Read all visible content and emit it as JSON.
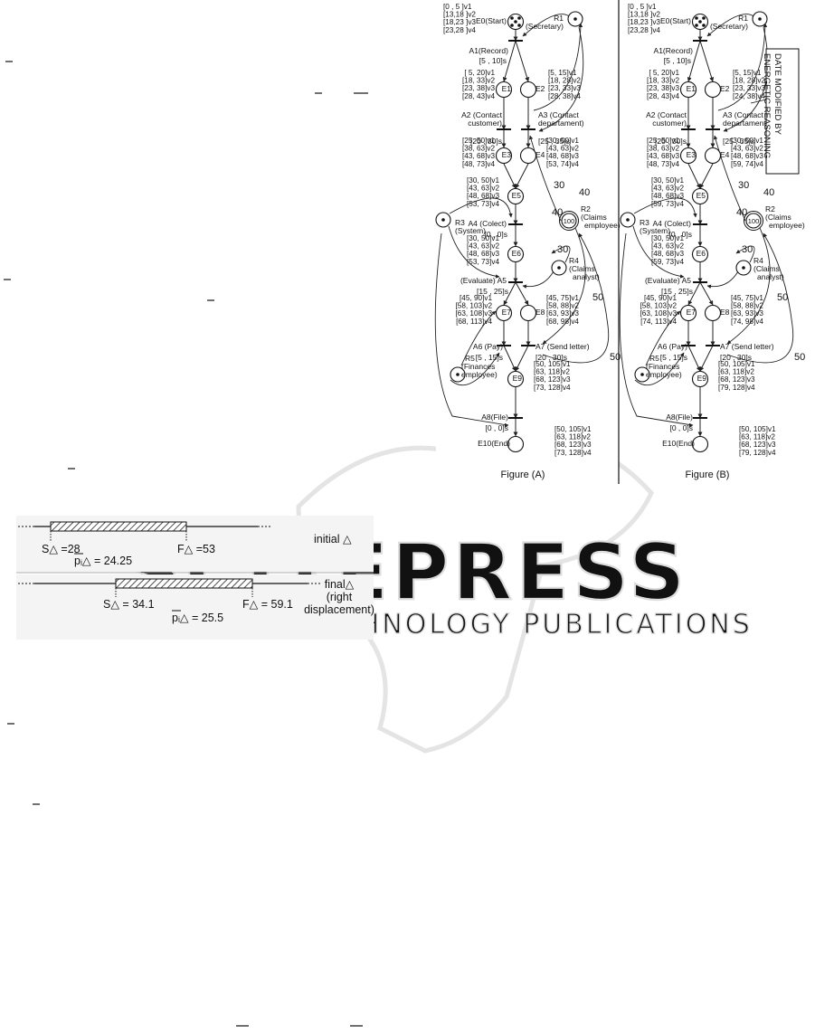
{
  "figure_a": {
    "caption": "Figure (A)",
    "places": [
      {
        "id": "E0",
        "label": "E0(Start)",
        "intervals": [
          "[0 , 5 ]v1",
          "[13,18 ]v2",
          "[18,23 ]v3",
          "[23,28 ]v4"
        ]
      },
      {
        "id": "E1",
        "label": "E1",
        "intervals": [
          "[ 5, 20]v1",
          "[18, 33]v2",
          "[23, 38]v3",
          "[28, 43]v4"
        ]
      },
      {
        "id": "E2",
        "label": "E2",
        "intervals": [
          "[5, 15]v1",
          "[18, 28]v2",
          "[23, 33]v3",
          "[28, 38]v4"
        ]
      },
      {
        "id": "E3",
        "label": "E3",
        "intervals": [
          "[25, 50]v1",
          "[38, 63]v2",
          "[43, 68]v3",
          "[48, 73]v4"
        ]
      },
      {
        "id": "E4",
        "label": "E4",
        "intervals": [
          "[30, 50]v1",
          "[43, 63]v2",
          "[48, 68]v3",
          "[53, 74]v4"
        ]
      },
      {
        "id": "E5",
        "label": "E5",
        "intervals": [
          "[30, 50]v1",
          "[43, 63]v2",
          "[48, 68]v3",
          "[53, 73]v4"
        ]
      },
      {
        "id": "E6",
        "label": "E6",
        "intervals": [
          "[30, 50]v1",
          "[43, 63]v2",
          "[48, 68]v3",
          "[53, 73]v4"
        ]
      },
      {
        "id": "E7",
        "label": "E7",
        "intervals": [
          "[45, 90]v1",
          "[58, 103]v2",
          "[63, 108]v3",
          "[68, 113]v4"
        ]
      },
      {
        "id": "E8",
        "label": "E8",
        "intervals": [
          "[45, 75]v1",
          "[58, 88]v2",
          "[63, 93]v3",
          "[68, 98]v4"
        ]
      },
      {
        "id": "E9",
        "label": "E9",
        "intervals": [
          "[50, 105]v1",
          "[63, 118]v2",
          "[68, 123]v3",
          "[73, 128]v4"
        ]
      },
      {
        "id": "E10",
        "label": "E10(End)",
        "intervals": [
          "[50, 105]v1",
          "[63, 118]v2",
          "[68, 123]v3",
          "[73, 128]v4"
        ]
      }
    ],
    "activities": [
      {
        "id": "A1",
        "label": "A1(Record)",
        "duration": "[5 , 10]s"
      },
      {
        "id": "A2",
        "label": "A2 (Contact customer)",
        "duration": "[20 , 30]s"
      },
      {
        "id": "A3",
        "label": "A3 (Contact departament)",
        "duration": "[25 , 35]s"
      },
      {
        "id": "A4",
        "label": "A4 (Colect)",
        "duration": "[0 , 0]s"
      },
      {
        "id": "A5",
        "label": "(Evaluate) A5",
        "duration": "[15 , 25]s"
      },
      {
        "id": "A6",
        "label": "A6 (Pay)",
        "duration": "[5 , 15]s"
      },
      {
        "id": "A7",
        "label": "A7 (Send letter)",
        "duration": "[20 , 30]s"
      },
      {
        "id": "A8",
        "label": "A8(File)",
        "duration": "[0 , 0]s"
      }
    ],
    "resources": [
      {
        "id": "R1",
        "label": "R1 (Secretary)"
      },
      {
        "id": "R2",
        "label": "R2 (Claims employee)",
        "tokens": "100"
      },
      {
        "id": "R3",
        "label": "R3 (System)"
      },
      {
        "id": "R4",
        "label": "R4 (Claims analyst)"
      },
      {
        "id": "R5",
        "label": "R5 (Finances employee)"
      }
    ],
    "arc_weights": [
      "30",
      "40",
      "40",
      "30",
      "50",
      "50"
    ]
  },
  "figure_b": {
    "caption": "Figure (B)",
    "annotation": "DATE MODIFIED BY ENERGETIC REASONING",
    "places": [
      {
        "id": "E0",
        "label": "E0(Start)",
        "intervals": [
          "[0 , 5 ]v1",
          "[13,18 ]v2",
          "[18,23 ]v3",
          "[23,28 ]v4"
        ]
      },
      {
        "id": "E1",
        "label": "E1",
        "intervals": [
          "[ 5, 20]v1",
          "[18, 33]v2",
          "[23, 38]v3",
          "[28, 43]v4"
        ]
      },
      {
        "id": "E2",
        "label": "E2",
        "intervals": [
          "[5, 15]v1",
          "[18, 28]v2",
          "[23, 33]v3",
          "[24, 38]v4"
        ],
        "modified": [
          3
        ]
      },
      {
        "id": "E3",
        "label": "E3",
        "intervals": [
          "[25, 50]v1",
          "[38, 63]v2",
          "[43, 68]v3",
          "[48, 73]v4"
        ]
      },
      {
        "id": "E4",
        "label": "E4",
        "intervals": [
          "[30, 50]v1",
          "[43, 63]v2",
          "[48, 68]v3",
          "[59, 74]v4"
        ],
        "modified": [
          3
        ]
      },
      {
        "id": "E5",
        "label": "E5",
        "intervals": [
          "[30, 50]v1",
          "[43, 63]v2",
          "[48, 68]v3",
          "[59, 73]v4"
        ],
        "modified": [
          3
        ]
      },
      {
        "id": "E6",
        "label": "E6",
        "intervals": [
          "[30, 50]v1",
          "[43, 63]v2",
          "[48, 68]v3",
          "[59, 73]v4"
        ],
        "modified": [
          3
        ]
      },
      {
        "id": "E7",
        "label": "E7",
        "intervals": [
          "[45, 90]v1",
          "[58, 103]v2",
          "[63, 108]v3",
          "[74, 113]v4"
        ],
        "modified": [
          3
        ]
      },
      {
        "id": "E8",
        "label": "E8",
        "intervals": [
          "[45, 75]v1",
          "[58, 88]v2",
          "[63, 93]v3",
          "[74, 98]v4"
        ],
        "modified": [
          3
        ]
      },
      {
        "id": "E9",
        "label": "E9",
        "intervals": [
          "[50, 105]v1",
          "[63, 118]v2",
          "[68, 123]v3",
          "[79, 128]v4"
        ],
        "modified": [
          3
        ]
      },
      {
        "id": "E10",
        "label": "E10(End)",
        "intervals": [
          "[50, 105]v1",
          "[63, 118]v2",
          "[68, 123]v3",
          "[79, 128]v4"
        ],
        "modified": [
          3
        ]
      }
    ]
  },
  "timeline": {
    "initial": {
      "start": "S△ =28",
      "end": "F△ =53",
      "p": "pᵢ△ = 24.25",
      "caption": "initial △"
    },
    "final": {
      "start": "S△ = 34.1",
      "end": "F△ = 59.1",
      "p": "pᵢ△ = 25.5",
      "caption": [
        "final△",
        "(right",
        "displacement)"
      ]
    }
  },
  "watermark": {
    "line1": "SCITEPRESS",
    "line2": "SCIENCE AND TECHNOLOGY PUBLICATIONS"
  },
  "colors": {
    "modified": "#d42020",
    "ink": "#111111",
    "watermark": "#d9d9d9"
  }
}
